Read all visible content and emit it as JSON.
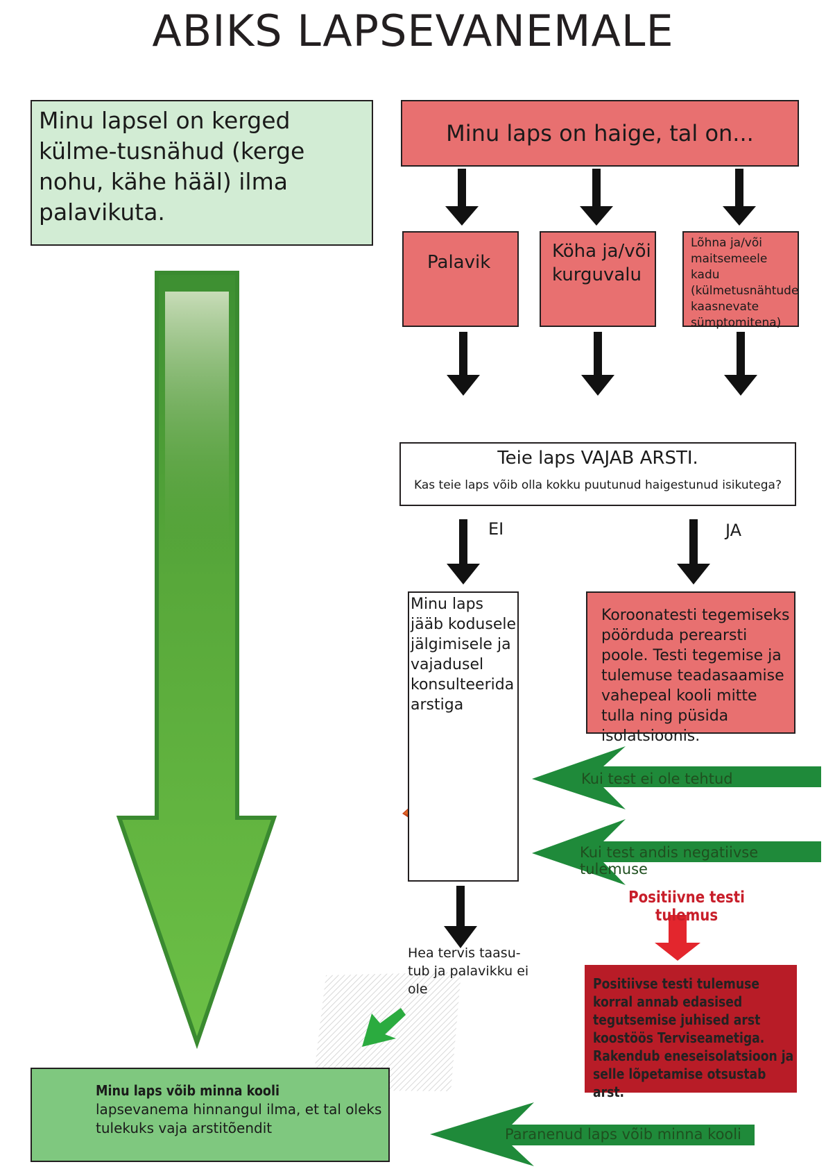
{
  "title": "ABIKS LAPSEVANEMALE",
  "intro_box": "Minu lapsel on kerged külme-tusnähud (kerge nohu, kähe hääl) ilma palavikuta.",
  "sick_box": "Minu laps on haige, tal on...",
  "symptoms": [
    "Palavik",
    "Köha ja/või kurguvalu",
    "Lõhna ja/või maitsemeele kadu (külmetusnähtude kaasnevate sümptomitena)"
  ],
  "needs_doctor": {
    "title": "Teie laps VAJAB ARSTI.",
    "question": "Kas teie laps võib olla kokku puutunud haigestunud isikutega?"
  },
  "answers": {
    "no": "EI",
    "yes": "JA"
  },
  "home_box": "Minu laps jääb kodusele jälgimisele ja vajadusel konsulteerida arstiga",
  "corona_box": "Koroonatesti tegemiseks pöörduda perearsti poole. Testi tegemise ja tulemuse teadasaamise vahepeal kooli mitte tulla ning püsida isolatsioonis.",
  "arrow_labels": {
    "no_test": "Kui test ei ole tehtud",
    "negative": "Kui test andis negatiivse tulemuse",
    "recovered": "Paranenud laps võib minna kooli"
  },
  "healed_text": "Hea tervis taasu-tub ja palavikku ei ole",
  "positive": {
    "title": "Positiivne testi tulemus",
    "text": "Positiivse testi tulemuse korral annab edasised tegutsemise juhised arst koostöös Terviseametiga. Rakendub eneseisolatsioon ja selle lõpetamise otsustab arst."
  },
  "school_box": {
    "bold": "Minu laps võib minna kooli",
    "text": "lapsevanema hinnangul ilma, et tal oleks tulekuks vaja arstitõendit"
  },
  "colors": {
    "red_box": "#e87070",
    "green_light": "#d2ecd4",
    "green_box": "#7fc87f",
    "dark_red": "#b81c27",
    "arrow_green": "#1f8a3a"
  }
}
